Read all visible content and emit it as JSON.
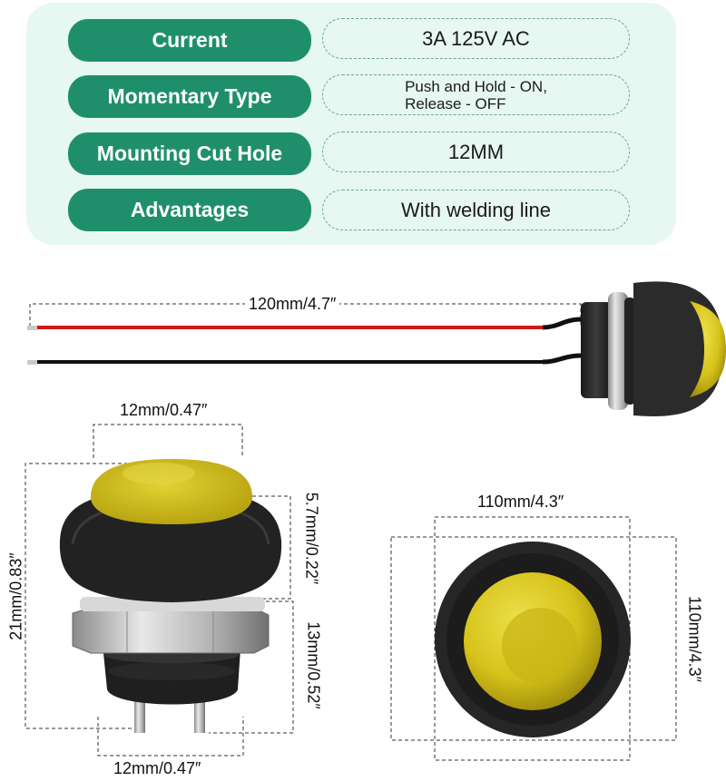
{
  "specs": [
    {
      "label": "Current",
      "value": "3A 125V AC"
    },
    {
      "label": "Momentary Type",
      "value_line1": "Push and Hold - ON,",
      "value_line2": "Release - OFF"
    },
    {
      "label": "Mounting Cut Hole",
      "value": "12MM"
    },
    {
      "label": "Advantages",
      "value": "With welding line"
    }
  ],
  "dimensions": {
    "wire_length": "120mm/4.7″",
    "side_top_width": "12mm/0.47″",
    "side_total_height": "21mm/0.83″",
    "cap_height": "5.7mm/0.22″",
    "body_height": "13mm/0.52″",
    "side_bottom_width": "12mm/0.47″",
    "top_view_width": "110mm/4.3″",
    "top_view_height": "110mm/4.3″"
  },
  "colors": {
    "panel_bg": "#e7f7f1",
    "label_bg": "#1f8f6b",
    "cap_yellow": "#d9c41a",
    "body_black": "#2a2a2a",
    "wire_red": "#d01818",
    "wire_black": "#111111"
  }
}
